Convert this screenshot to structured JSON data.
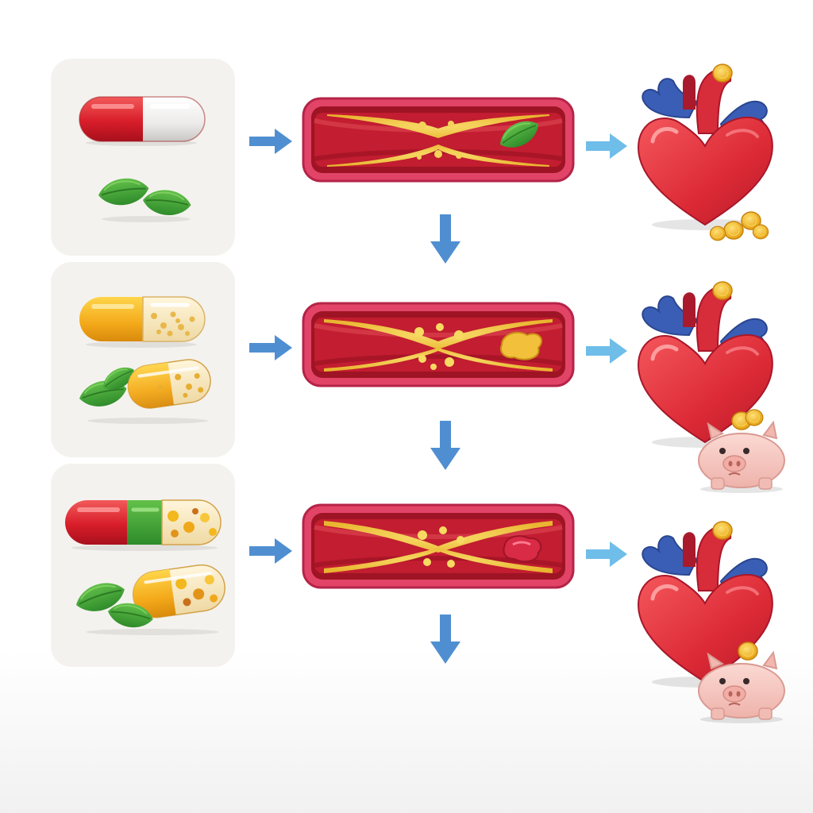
{
  "colors": {
    "panel_bg": "#f4f2ee",
    "arrow_blue": "#4f8fd1",
    "arrow_light_blue": "#6fbde9",
    "vessel_wall": "#d93a5a",
    "vessel_inner": "#b3172c",
    "plaque": "#f0c43c",
    "heart_red": "#e0303e",
    "heart_vessel_blue": "#3a5eb5",
    "coin_gold": "#f3b81d",
    "pig_pink": "#f5c6c0",
    "leaf_green": "#4caf3a"
  },
  "icons": [
    "capsule-red-white-icon",
    "leaves-icon",
    "capsule-yellow-icon",
    "leaf-capsule-icon",
    "capsule-mixed-icon",
    "leaves-capsule-icon",
    "artery-plaque-icon",
    "heart-icon",
    "gold-coin-icon",
    "piggy-bank-icon"
  ],
  "rows": [
    {
      "id": "row-1",
      "pill": "red-white",
      "supplement": "leaves",
      "vessel_marker": "green-leaf",
      "result": "heart-with-coins"
    },
    {
      "id": "row-2",
      "pill": "yellow",
      "supplement": "leaf-capsule",
      "vessel_marker": "yellow-clump",
      "result": "heart-with-piggy-bank"
    },
    {
      "id": "row-3",
      "pill": "red-green-mixed",
      "supplement": "leaves-capsule",
      "vessel_marker": "red-clump",
      "result": "heart-with-piggy-bank"
    }
  ]
}
